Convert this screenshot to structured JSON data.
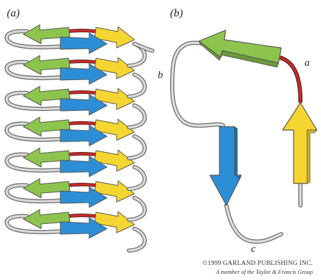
{
  "panels": {
    "a": {
      "label": "(a)"
    },
    "b": {
      "label": "(b)"
    }
  },
  "points": {
    "a": "a",
    "b": "b",
    "c": "c"
  },
  "copyright": {
    "line1": "©1999 GARLAND PUBLISHING INC.",
    "line2": "A member of the Taylor & Francis Group"
  },
  "colors": {
    "green": "#8dc44e",
    "blue": "#2c8fd6",
    "yellow": "#f5d531",
    "red": "#cc2a2a",
    "loop": "#d9d9d9",
    "outline": "#555555"
  }
}
